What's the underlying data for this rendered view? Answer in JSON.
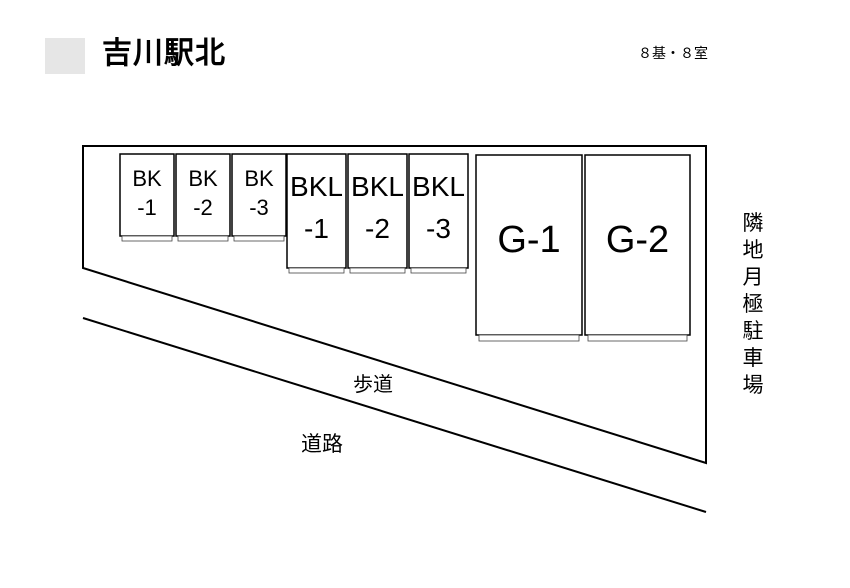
{
  "header": {
    "title": "吉川駅北",
    "count": "８基・８室"
  },
  "map": {
    "units": [
      {
        "id": "bk1",
        "line1": "BK",
        "line2": "-1"
      },
      {
        "id": "bk2",
        "line1": "BK",
        "line2": "-2"
      },
      {
        "id": "bk3",
        "line1": "BK",
        "line2": "-3"
      },
      {
        "id": "bkl1",
        "line1": "BKL",
        "line2": "-1"
      },
      {
        "id": "bkl2",
        "line1": "BKL",
        "line2": "-2"
      },
      {
        "id": "bkl3",
        "line1": "BKL",
        "line2": "-3"
      },
      {
        "id": "g1",
        "line1": "G-1"
      },
      {
        "id": "g2",
        "line1": "G-2"
      }
    ],
    "sidewalk_label": "歩道",
    "road_label": "道路",
    "neighbor_label": [
      "隣",
      "地",
      "月",
      "極",
      "駐",
      "車",
      "場"
    ]
  }
}
